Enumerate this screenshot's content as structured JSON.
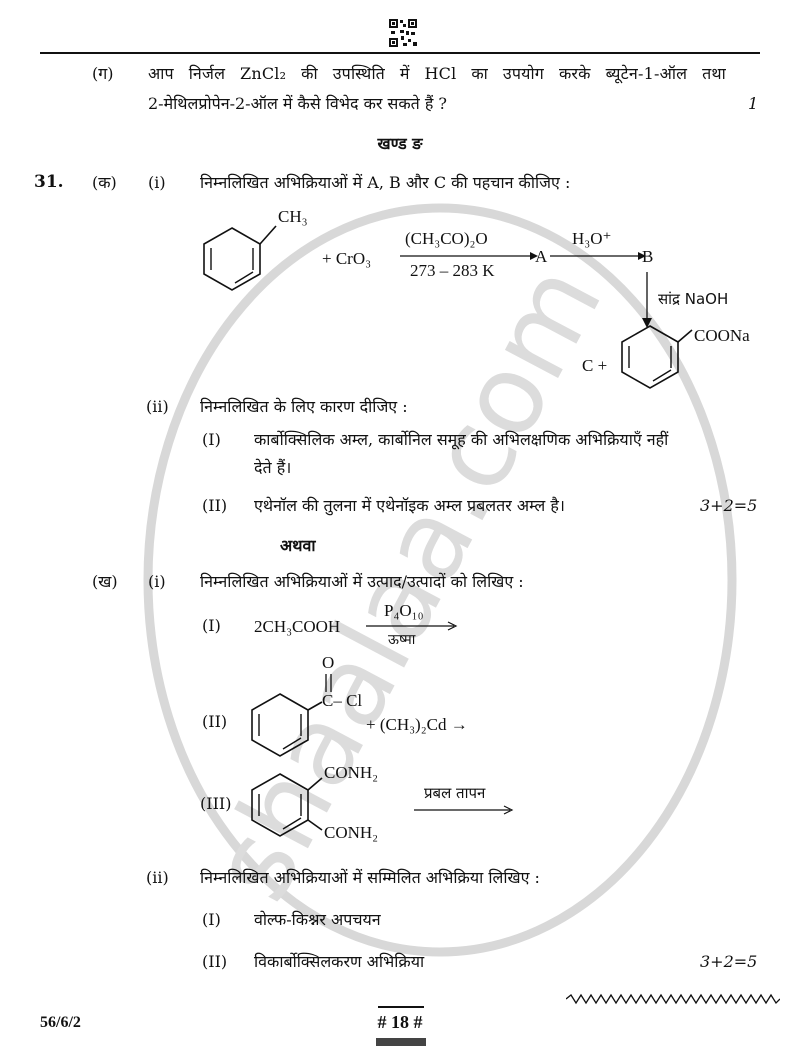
{
  "header_rule": true,
  "qa_g": {
    "label": "(ग)",
    "line1": "आप निर्जल ZnCl₂ की उपस्थिति में HCl का उपयोग करके ब्यूटेन-1-ऑल तथा",
    "line2": "2-मेथिलप्रोपेन-2-ऑल में कैसे विभेद कर सकते हैं ?",
    "marks": "1"
  },
  "section_title": "खण्ड ङ",
  "q31": {
    "number": "31.",
    "part_k": "(क)",
    "sub_i": "(i)",
    "sub_i_text": "निम्नलिखित अभिक्रियाओं में A, B और C की पहचान कीजिए :",
    "rxn1": {
      "substituent": "CH₃",
      "reagent": "+ CrO₃",
      "above_arrow1": "(CH₃CO)₂O",
      "below_arrow1": "273 – 283 K",
      "product_a": "A",
      "above_arrow2": "H₃O⁺",
      "product_b": "B",
      "side_reagent": "सांद्र NaOH",
      "c_plus": "C +",
      "product_group": "COONa"
    },
    "sub_ii": "(ii)",
    "sub_ii_text": "निम्नलिखित के लिए कारण दीजिए :",
    "reasons": [
      {
        "label": "(I)",
        "line1": "कार्बोक्सिलिक अम्ल, कार्बोनिल समूह की अभिलक्षणिक अभिक्रियाएँ नहीं",
        "line2": "देते हैं।"
      },
      {
        "label": "(II)",
        "line1": "एथेनॉल की तुलना में एथेनॉइक अम्ल प्रबलतर अम्ल है।"
      }
    ],
    "marks_k": "3+2=5",
    "athva": "अथवा",
    "part_kh": "(ख)",
    "kh_sub_i": "(i)",
    "kh_sub_i_text": "निम्नलिखित अभिक्रियाओं में उत्पाद/उत्पादों को लिखिए :",
    "kh_rxns": [
      {
        "label": "(I)",
        "reactant": "2CH₃COOH",
        "above": "P₄O₁₀",
        "below": "ऊष्मा"
      },
      {
        "label": "(II)",
        "o": "O",
        "group": "C– Cl",
        "reagent": "+ (CH₃)₂Cd →"
      },
      {
        "label": "(III)",
        "group1": "CONH₂",
        "group2": "CONH₂",
        "above": "प्रबल तापन"
      }
    ],
    "kh_sub_ii": "(ii)",
    "kh_sub_ii_text": "निम्नलिखित अभिक्रियाओं में सम्मिलित अभिक्रिया लिखिए :",
    "kh_ii_items": [
      {
        "label": "(I)",
        "text": "वोल्फ-किश्नर अपचयन"
      },
      {
        "label": "(II)",
        "text": "विकार्बोक्सिलकरण अभिक्रिया"
      }
    ],
    "marks_kh": "3+2=5"
  },
  "footer": {
    "code": "56/6/2",
    "page": "# 18 #"
  },
  "watermark": "shaalaa.com"
}
